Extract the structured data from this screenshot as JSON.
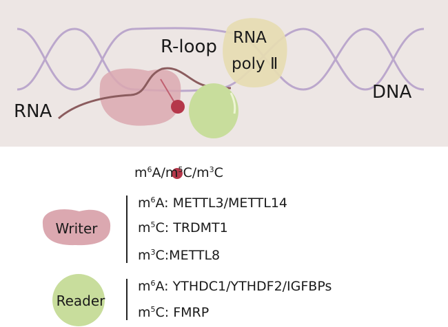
{
  "diagram": {
    "labels": {
      "rloop": "R-loop",
      "rna_pol_line1": "RNA",
      "rna_pol_line2": "poly Ⅱ",
      "rna": "RNA",
      "dna": "DNA"
    },
    "colors": {
      "background": "#ede6e4",
      "dna": "#bba7cc",
      "rna": "#8b5c5e",
      "writer": "#dba8b0",
      "reader": "#c8dd9c",
      "polymerase": "#e6dcb2",
      "modification": "#b5374a"
    }
  },
  "legend": {
    "modification": [
      {
        "t": "m"
      },
      {
        "s": "6"
      },
      {
        "t": "A/m"
      },
      {
        "s": "5"
      },
      {
        "t": "C/m"
      },
      {
        "s": "3"
      },
      {
        "t": "C"
      }
    ],
    "writer_label": "Writer",
    "writer_items": [
      [
        {
          "t": "m"
        },
        {
          "s": "6"
        },
        {
          "t": "A: METTL3/METTL14"
        }
      ],
      [
        {
          "t": "m"
        },
        {
          "s": "5"
        },
        {
          "t": "C: TRDMT1"
        }
      ],
      [
        {
          "t": "m"
        },
        {
          "s": "3"
        },
        {
          "t": "C:METTL8"
        }
      ]
    ],
    "reader_label": "Reader",
    "reader_items": [
      [
        {
          "t": "m"
        },
        {
          "s": "6"
        },
        {
          "t": "A: YTHDC1/YTHDF2/IGFBPs"
        }
      ],
      [
        {
          "t": "m"
        },
        {
          "s": "5"
        },
        {
          "t": "C: FMRP"
        }
      ]
    ]
  }
}
